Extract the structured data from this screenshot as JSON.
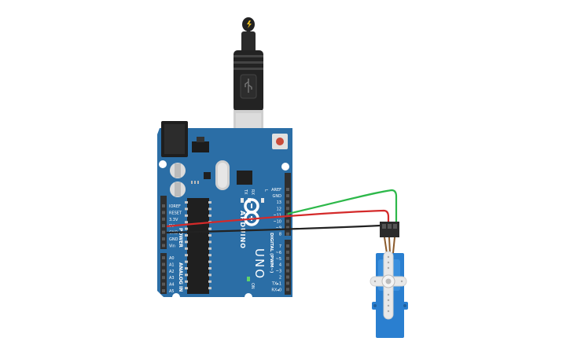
{
  "board": {
    "brand": "ARDUINO",
    "model": "UNO",
    "on_label": "ON",
    "tx_label": "TX",
    "rx_label": "RX",
    "l_label": "L",
    "power_header_title": "POWER",
    "analog_header_title": "ANALOG IN",
    "digital_header_title": "DIGITAL (PWM~)",
    "power_pins": [
      "IOREF",
      "RESET",
      "3.3V",
      "5V",
      "GND",
      "GND",
      "Vin"
    ],
    "analog_pins": [
      "A0",
      "A1",
      "A2",
      "A3",
      "A4",
      "A5"
    ],
    "digital_pins_upper": [
      "AREF",
      "GND",
      "13",
      "12",
      "~11",
      "~10",
      "~9",
      "8"
    ],
    "digital_pins_lower": [
      "7",
      "~6",
      "~5",
      "4",
      "~3",
      "2",
      "TX▸1",
      "RX◂0"
    ]
  },
  "wires": [
    {
      "name": "signal-wire",
      "color": "#2db84a"
    },
    {
      "name": "power-wire",
      "color": "#d42a2a"
    },
    {
      "name": "ground-wire",
      "color": "#222222"
    }
  ],
  "colors": {
    "board": "#2b6ea6",
    "board_dark": "#1f5a8c",
    "header": "#2f2f2f",
    "servo": "#2a7fd0",
    "reset_button": "#c94a3a"
  },
  "icons": {
    "usb_plug": "usb-plug-icon",
    "lightning": "lightning-icon",
    "arduino_logo": "arduino-infinity-logo"
  }
}
